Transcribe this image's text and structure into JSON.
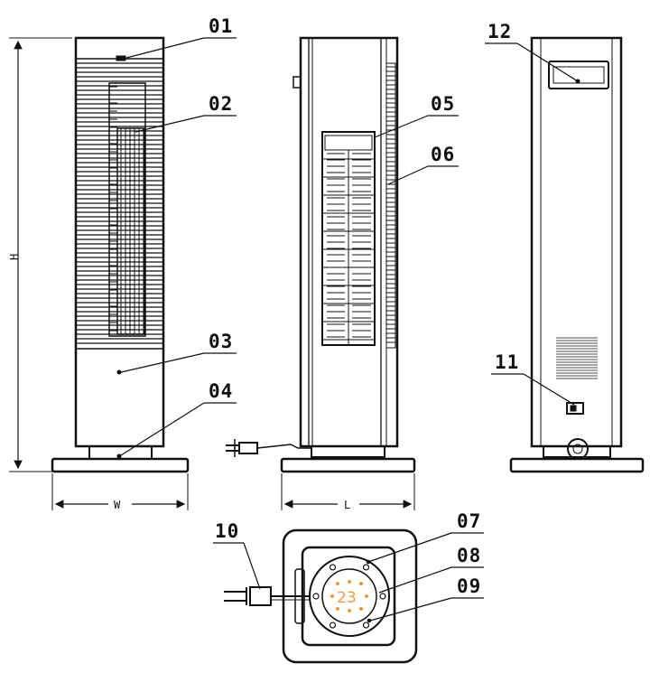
{
  "callouts": {
    "c01": "01",
    "c02": "02",
    "c03": "03",
    "c04": "04",
    "c05": "05",
    "c06": "06",
    "c07": "07",
    "c08": "08",
    "c09": "09",
    "c10": "10",
    "c11": "11",
    "c12": "12"
  },
  "dimensions": {
    "height": "H",
    "width": "W",
    "length": "L"
  },
  "display": {
    "value": "23",
    "color": "#f29a38"
  },
  "colors": {
    "line": "#111111",
    "background": "#ffffff"
  }
}
